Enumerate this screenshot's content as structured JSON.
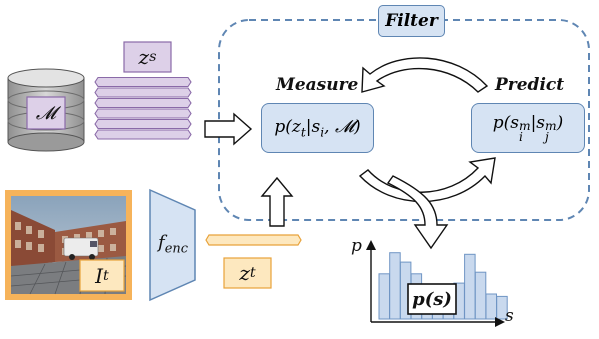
{
  "filter": {
    "label": "Filter"
  },
  "measure": {
    "label": "Measure",
    "formula": {
      "p": "p(",
      "z": "z",
      "z_sub": "t",
      "bar": "|",
      "s": "s",
      "s_sub": "i",
      "rest": ", ",
      "M": "𝓜",
      "close": ")"
    }
  },
  "predict": {
    "label": "Predict",
    "formula": {
      "p": "p(",
      "s1": "s",
      "s1_sub": "i",
      "s1_sup": "m",
      "bar": "|",
      "s2": "s",
      "s2_sub": "j",
      "s2_sup": "m",
      "close": ")"
    }
  },
  "map": {
    "label": "𝓜"
  },
  "zs": {
    "z": "z",
    "sub": "s"
  },
  "zt": {
    "z": "z",
    "sub": "t"
  },
  "image": {
    "label_i": "I",
    "label_sub": "t"
  },
  "encoder": {
    "f": "f",
    "sub": "enc"
  },
  "histogram": {
    "label": "p(s)",
    "y_axis": "p",
    "x_axis": "s",
    "bars": [
      0.58,
      0.85,
      0.73,
      0.58,
      0.35,
      0.42,
      0.24,
      0.46,
      0.83,
      0.6,
      0.32,
      0.29
    ]
  },
  "colors": {
    "box_fill": "#d6e3f3",
    "box_stroke": "#5f86b3",
    "dash": "#5f86b3",
    "feature_fill": "#ddd0e8",
    "feature_stroke": "#8a6aa8",
    "zt_fill": "#fde8bf",
    "zt_stroke": "#e8a23a",
    "image_frame": "#f6b35a",
    "hist_fill": "#c9d9ee",
    "hist_stroke": "#6f95c4"
  }
}
